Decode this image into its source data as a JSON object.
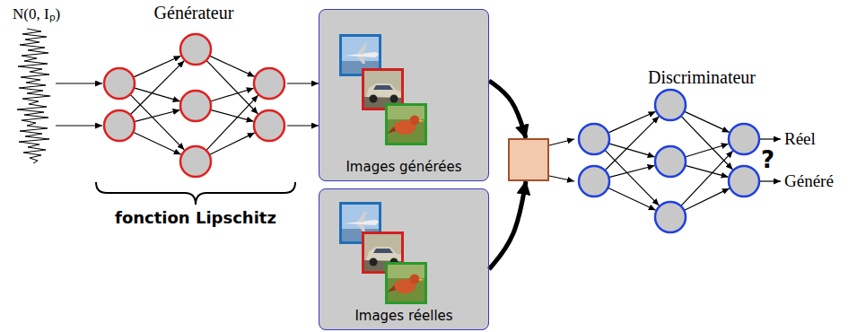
{
  "diagram": {
    "nodes": [
      {
        "text": [
          "Générateur"
        ]
      },
      {
        "text": [
          "Images générées"
        ]
      },
      {
        "text": [
          "Images réelles"
        ]
      },
      {
        "text": []
      },
      {
        "text": [
          "Discriminateur"
        ]
      }
    ],
    "edges": [
      {
        "from": 0,
        "to": 1,
        "arrow": "to"
      },
      {
        "from": 1,
        "to": 3,
        "arrow": "to"
      },
      {
        "from": 2,
        "to": 3,
        "arrow": "to"
      },
      {
        "from": 3,
        "to": 4,
        "arrow": "to"
      }
    ],
    "labels": [
      "N(0, Iₚ)",
      "fonction Lipschitz",
      "?",
      "Réel",
      "Généré"
    ]
  }
}
